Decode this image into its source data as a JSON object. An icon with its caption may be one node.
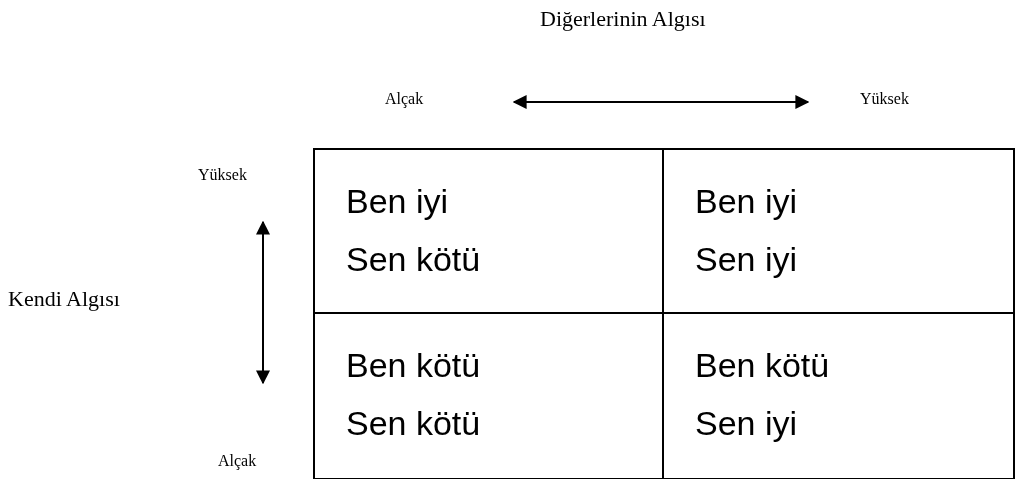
{
  "diagram": {
    "nodes": [
      {
        "text": [
          "Ben iyi Sen kötü"
        ]
      },
      {
        "text": [
          "Ben iyi Sen iyi"
        ]
      },
      {
        "text": [
          "Ben kötü Sen kötü"
        ]
      },
      {
        "text": [
          "Ben kötü Sen iyi"
        ]
      }
    ],
    "labels": [
      "Diğerlerinin Algısı",
      "Alçak",
      "Yüksek",
      "Yüksek",
      "Kendi Algısı",
      "Alçak"
    ]
  }
}
